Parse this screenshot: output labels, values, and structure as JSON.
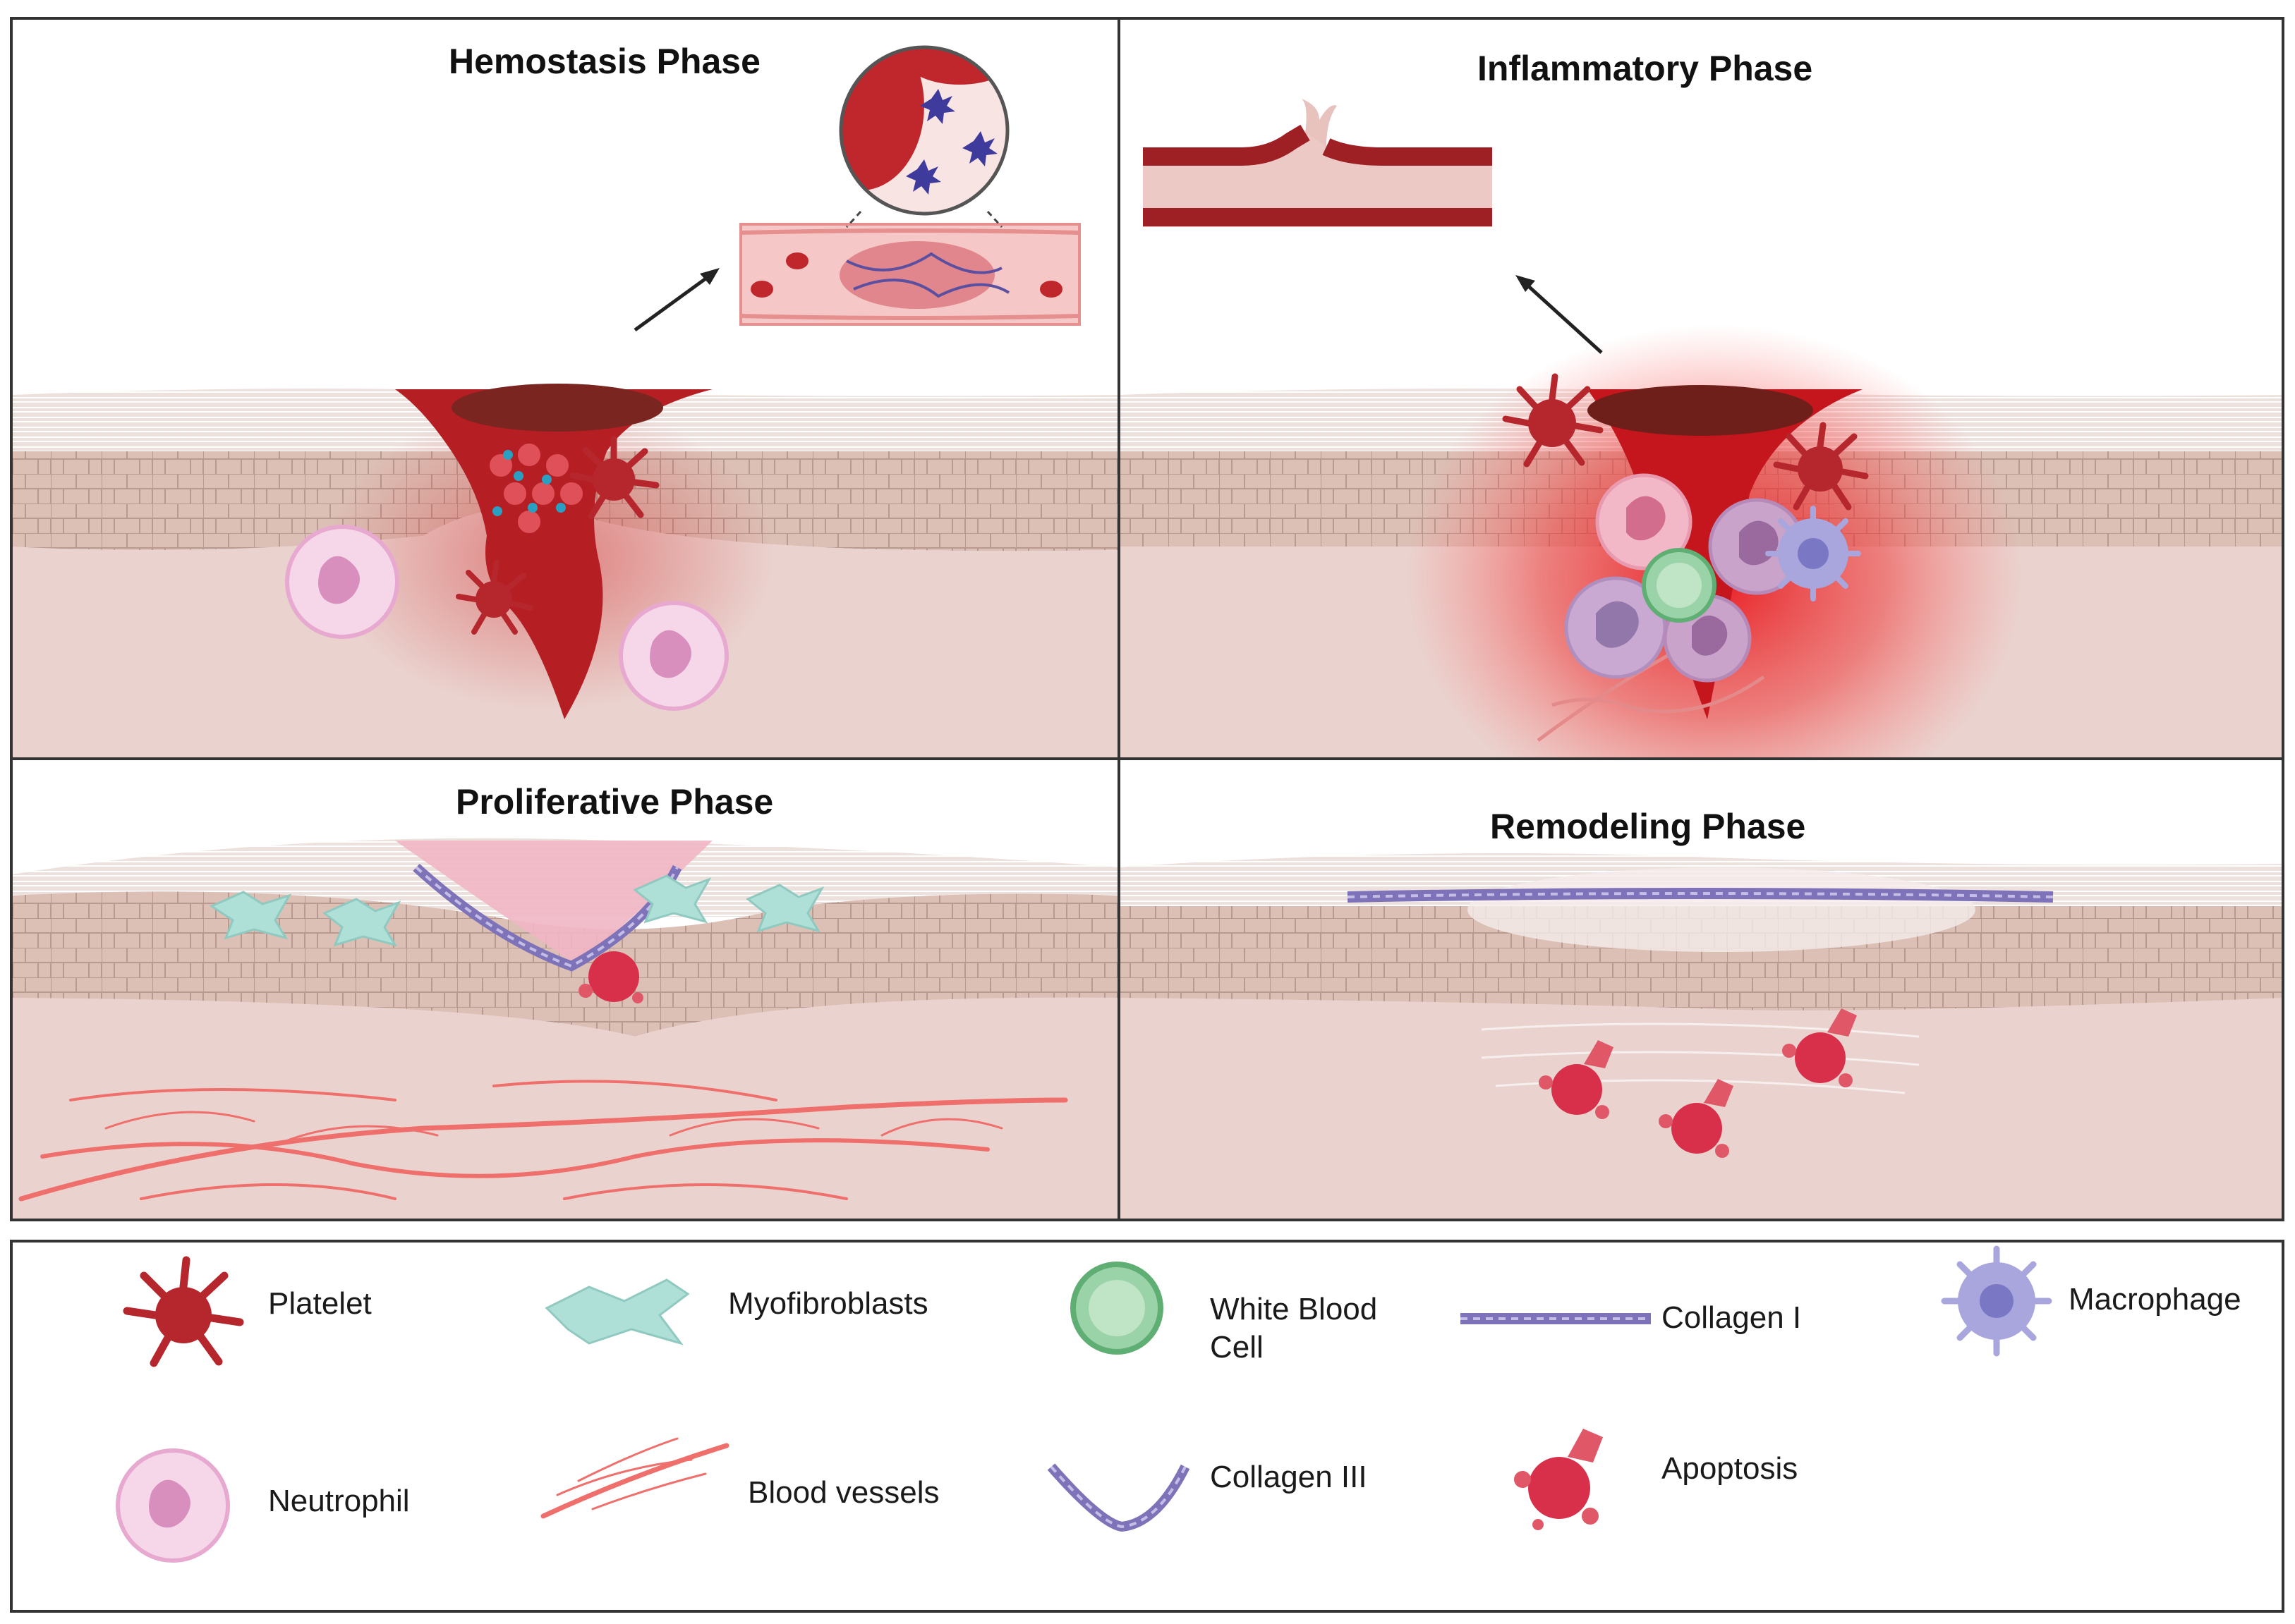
{
  "panels": {
    "hemostasis": {
      "title": "Hemostasis Phase"
    },
    "inflammatory": {
      "title": "Inflammatory Phase"
    },
    "proliferative": {
      "title": "Proliferative Phase"
    },
    "remodeling": {
      "title": "Remodeling Phase"
    }
  },
  "legend": {
    "platelet": "Platelet",
    "myofibroblasts": "Myofibroblasts",
    "white_blood_cell": "White Blood Cell",
    "collagen_1": "Collagen I",
    "macrophage": "Macrophage",
    "neutrophil": "Neutrophil",
    "blood_vessels": "Blood vessels",
    "collagen_3": "Collagen III",
    "apoptosis": "Apoptosis"
  },
  "colors": {
    "platelet": "#b5272d",
    "blood": "#b51f24",
    "neutrophil": "#f2c6e0",
    "myofibroblast": "#aee0d8",
    "white_blood_cell": "#9bd3a8",
    "collagen": "#7e72b8",
    "macrophage": "#a8a6dc",
    "blood_vessel": "#ef6f6c",
    "apoptosis": "#d8304a",
    "dermis": "#ead3cf",
    "epidermis": "#e2c9c2"
  }
}
